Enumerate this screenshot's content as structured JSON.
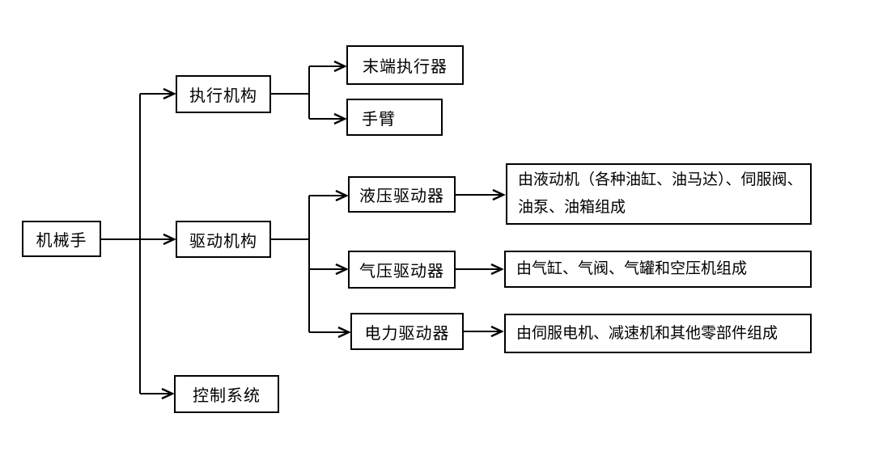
{
  "diagram": {
    "background_color": "#ffffff",
    "line_color": "#000000",
    "box_border_color": "#000000",
    "root": {
      "label": "机械手"
    },
    "branches": [
      {
        "label": "执行机构",
        "children": [
          {
            "label": "末端执行器"
          },
          {
            "label": "手臂"
          }
        ]
      },
      {
        "label": "驱动机构",
        "children": [
          {
            "label": "液压驱动器",
            "desc": "由液动机（各种油缸、油马达）、伺服阀、油泵、油箱组成"
          },
          {
            "label": "气压驱动器",
            "desc": "由气缸、气阀、气罐和空压机组成"
          },
          {
            "label": "电力驱动器",
            "desc": "由伺服电机、减速机和其他零部件组成"
          }
        ]
      },
      {
        "label": "控制系统",
        "children": []
      }
    ]
  }
}
